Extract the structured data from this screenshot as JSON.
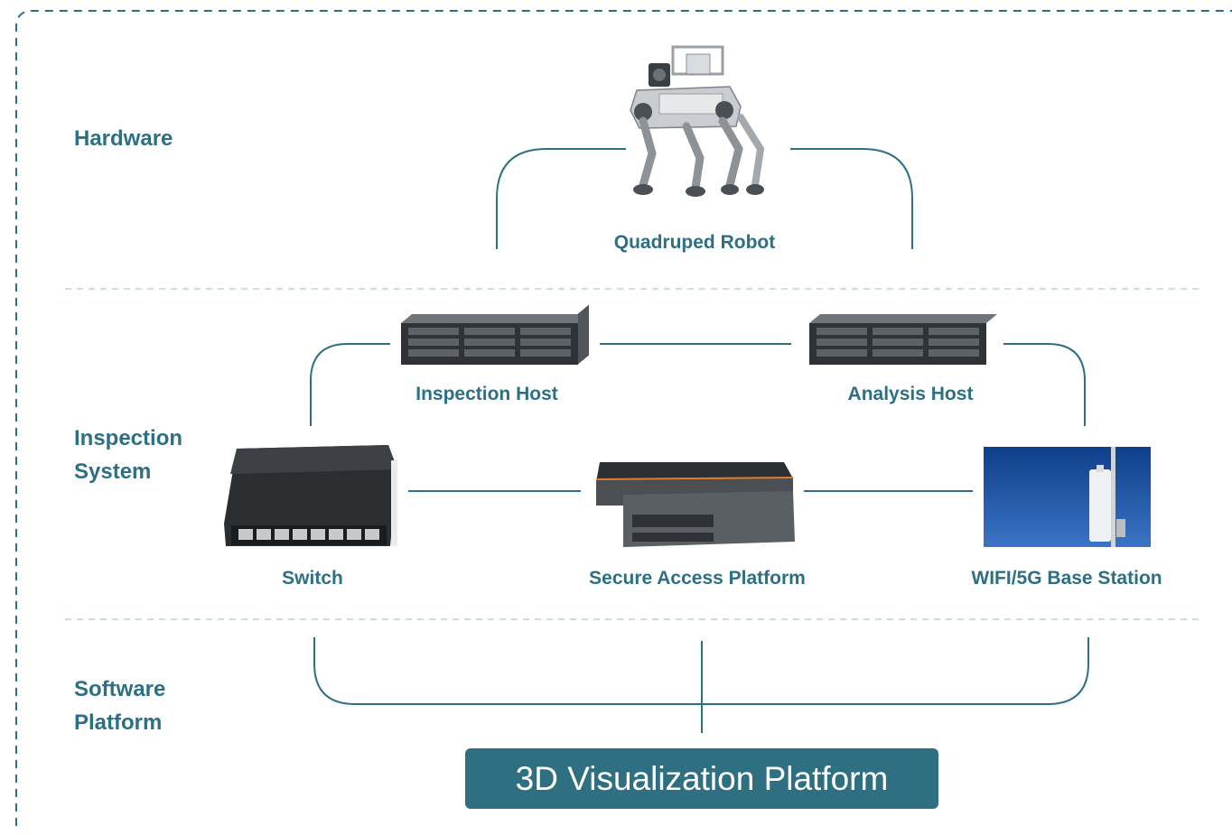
{
  "sections": {
    "hardware": "Hardware",
    "inspection_line1": "Inspection",
    "inspection_line2": "System",
    "software_line1": "Software",
    "software_line2": "Platform"
  },
  "nodes": {
    "robot": "Quadruped Robot",
    "inspection_host": "Inspection Host",
    "analysis_host": "Analysis Host",
    "switch": "Switch",
    "secure_access": "Secure Access Platform",
    "base_station": "WIFI/5G Base Station"
  },
  "platform_button": "3D Visualization Platform",
  "colors": {
    "primary": "#2d6f84",
    "button_bg": "#2e6f82",
    "divider": "#c9dde3"
  },
  "icons": [
    "quadruped-robot-image",
    "server-rack-image",
    "network-switch-image",
    "secure-appliance-image",
    "base-station-image"
  ]
}
